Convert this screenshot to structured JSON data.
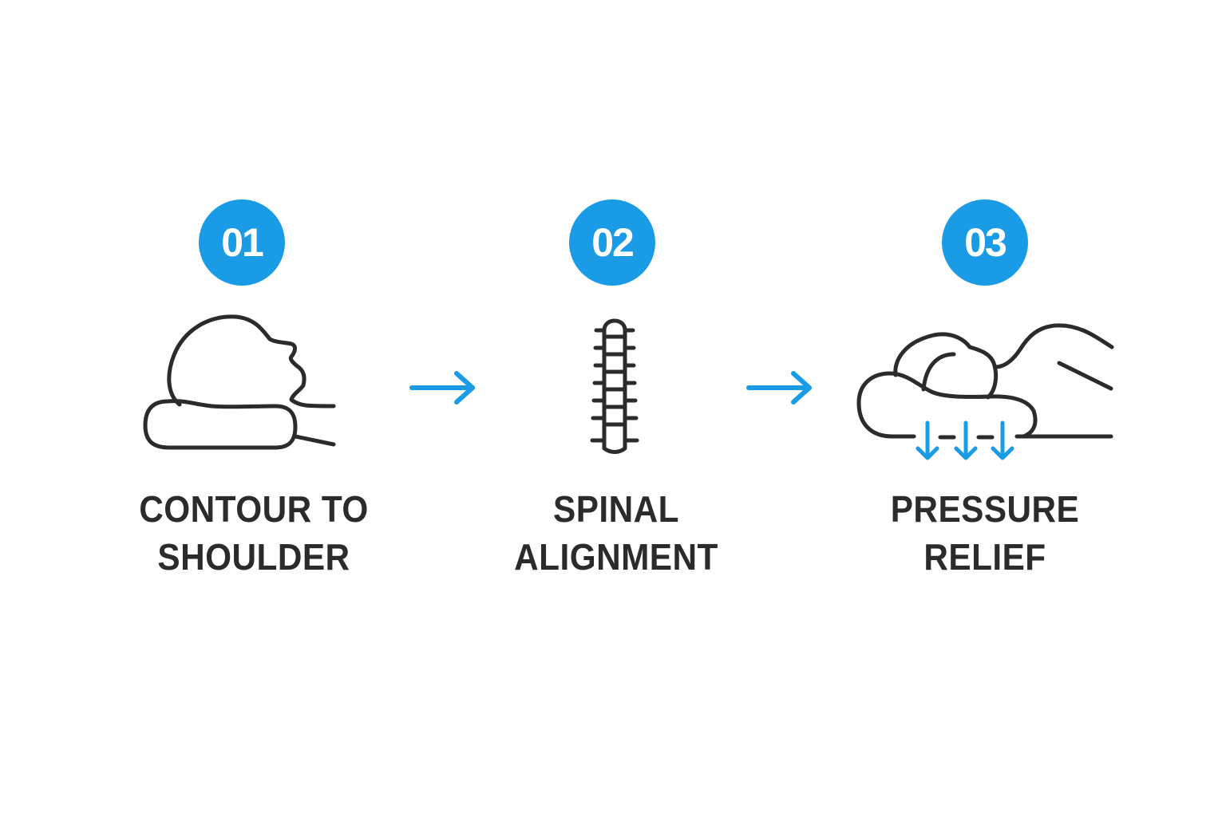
{
  "colors": {
    "accent": "#1a9be6",
    "ink": "#2b2b2b",
    "background": "#ffffff"
  },
  "steps": [
    {
      "number": "01",
      "icon": "head-on-contour-pillow-icon",
      "title_lines": [
        "CONTOUR TO",
        "SHOULDER"
      ]
    },
    {
      "number": "02",
      "icon": "spine-icon",
      "title_lines": [
        "SPINAL",
        "ALIGNMENT"
      ]
    },
    {
      "number": "03",
      "icon": "pressure-relief-pillow-icon",
      "title_lines": [
        "PRESSURE",
        "RELIEF"
      ]
    }
  ],
  "connectors": [
    {
      "icon": "arrow-right-icon"
    },
    {
      "icon": "arrow-right-icon"
    }
  ]
}
